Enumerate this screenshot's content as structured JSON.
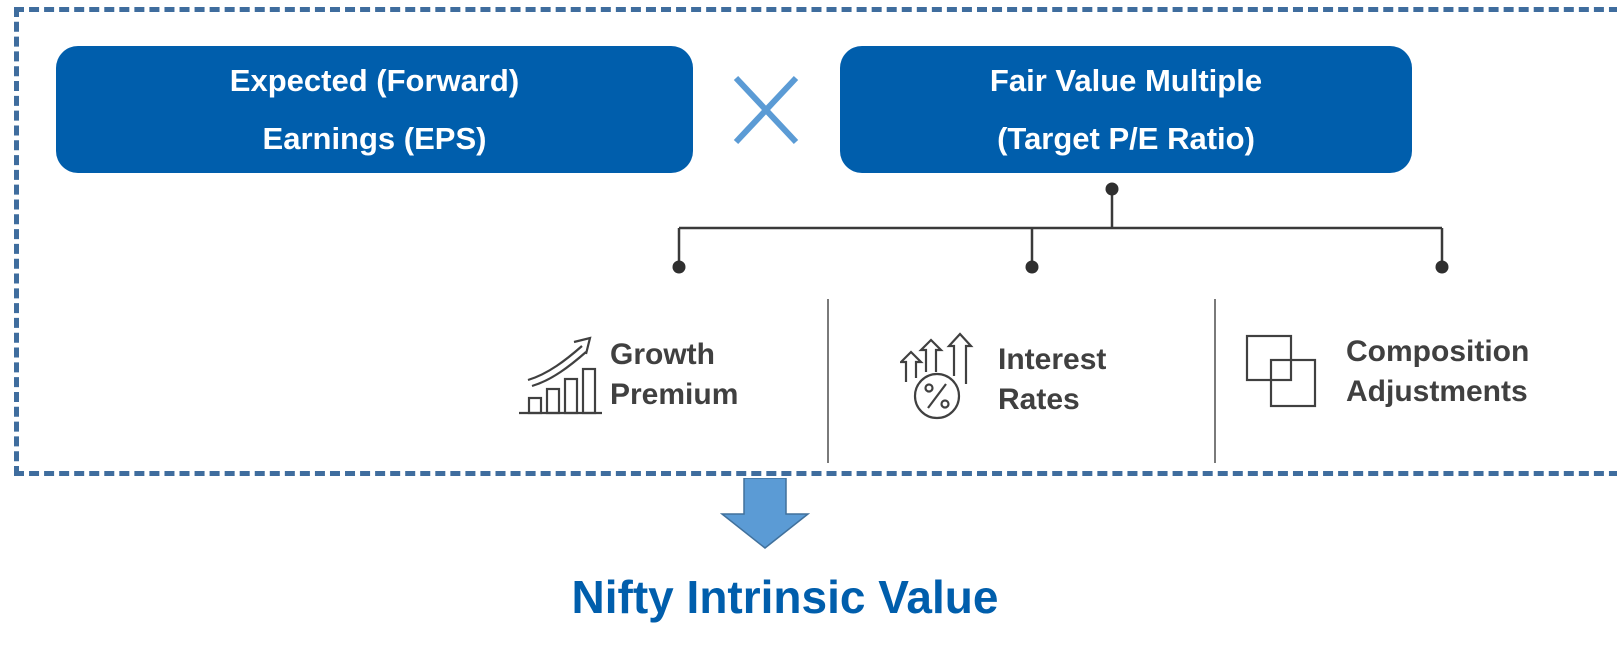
{
  "formula": {
    "left_box": {
      "line1": "Expected (Forward)",
      "line2": "Earnings (EPS)"
    },
    "operator_icon": "multiply-icon",
    "right_box": {
      "line1": "Fair Value Multiple",
      "line2": "(Target P/E Ratio)"
    }
  },
  "factors": [
    {
      "icon": "growth-chart-icon",
      "line1": "Growth",
      "line2": "Premium"
    },
    {
      "icon": "interest-percent-icon",
      "line1": "Interest",
      "line2": "Rates"
    },
    {
      "icon": "overlapping-squares-icon",
      "line1": "Composition",
      "line2": "Adjustments"
    }
  ],
  "result": {
    "label": "Nifty Intrinsic Value"
  },
  "colors": {
    "box_fill": "#005eac",
    "frame_border": "#3f6d9e",
    "arrow_fill": "#5b9bd5",
    "result_text": "#005eac",
    "factor_text": "#404040"
  }
}
